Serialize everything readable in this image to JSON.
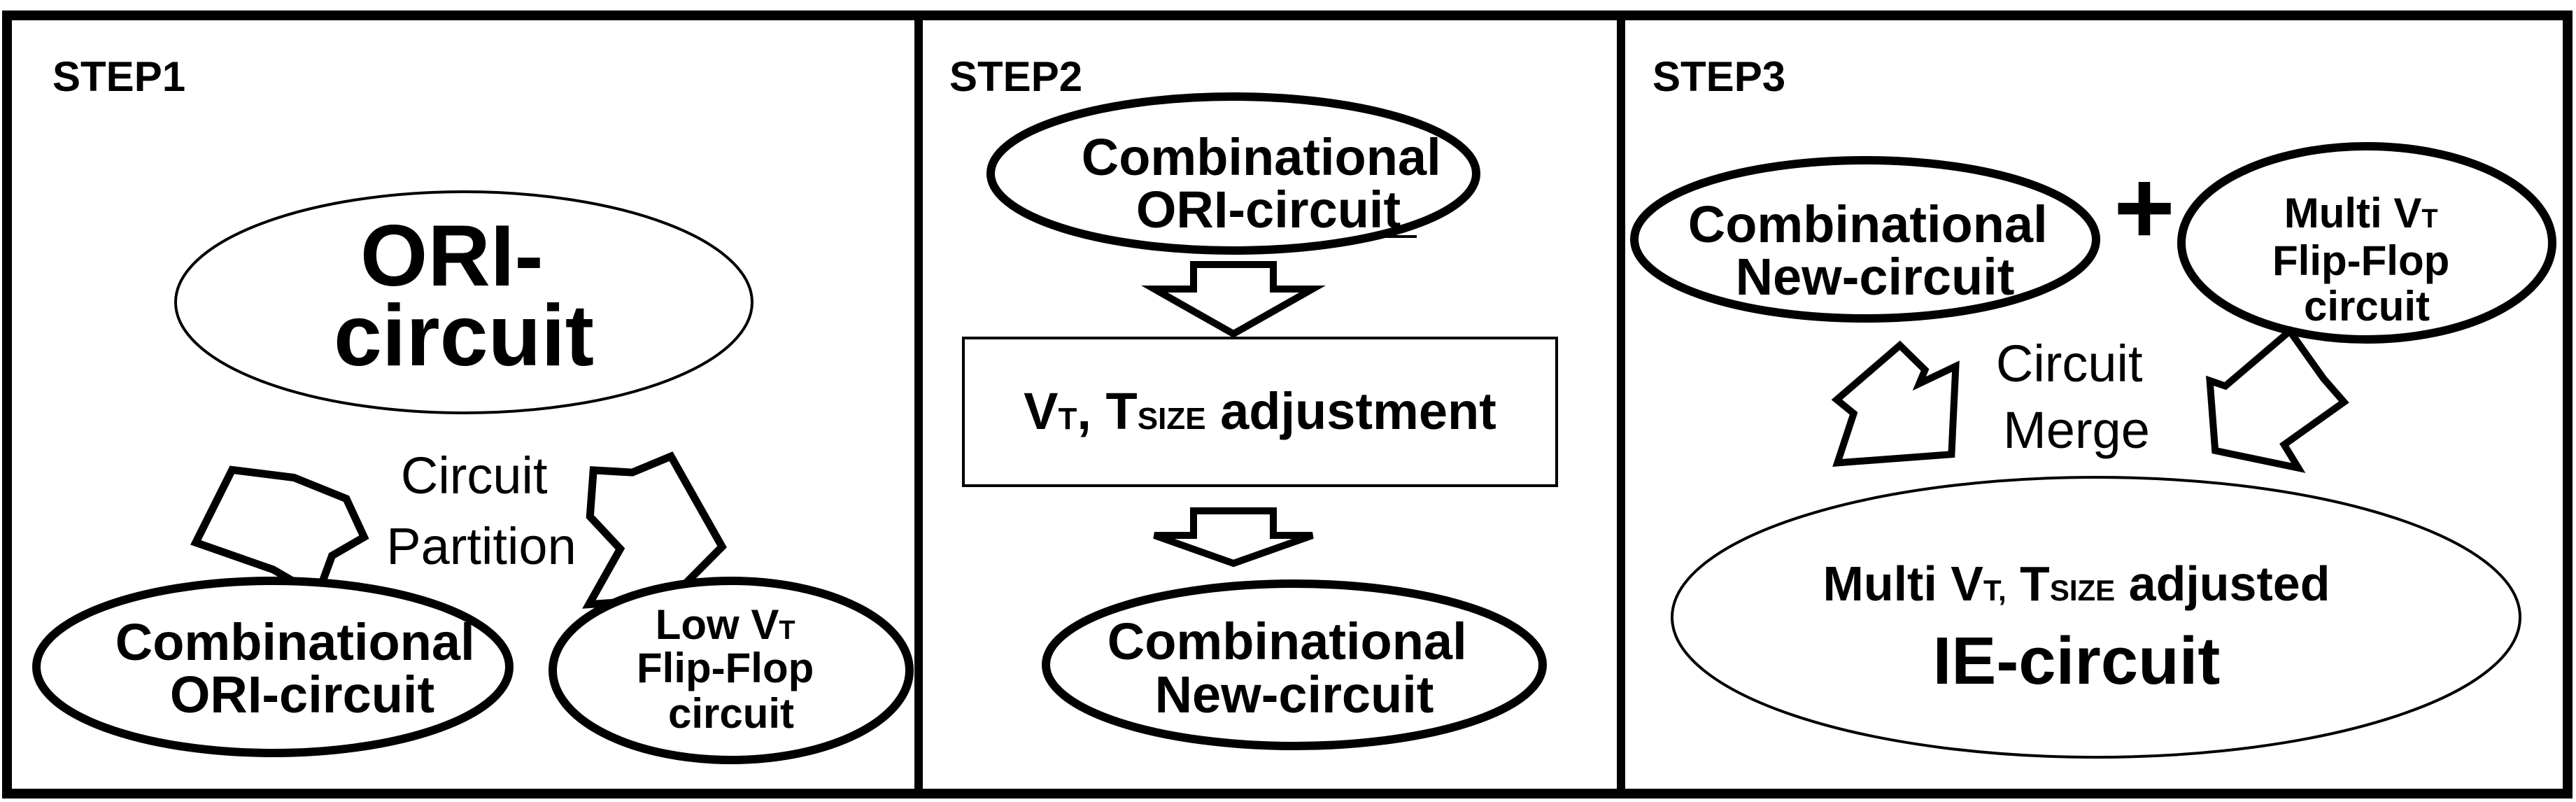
{
  "colors": {
    "stroke": "#000000",
    "fill": "#ffffff",
    "text": "#000000"
  },
  "step1": {
    "title": "STEP1",
    "ori_circuit": [
      "ORI-",
      "circuit"
    ],
    "partition_label": [
      "Circuit",
      "Partition"
    ],
    "combinational_ori": [
      "Combinational",
      "ORI-circuit"
    ],
    "lowvt_ff": {
      "line1_prefix": "Low V",
      "line1_sub": "T",
      "line2": "Flip-Flop",
      "line3": "circuit"
    }
  },
  "step2": {
    "title": "STEP2",
    "combinational_ori": [
      "Combinational",
      "ORI-circuit"
    ],
    "adjustment": {
      "v": "V",
      "v_sub": "T",
      "sep": ", T",
      "t_sub": "SIZE",
      "rest": " adjustment"
    },
    "combinational_new": [
      "Combinational",
      "New-circuit"
    ]
  },
  "step3": {
    "title": "STEP3",
    "combinational_new": [
      "Combinational",
      "New-circuit"
    ],
    "plus": "+",
    "multivt_ff": {
      "line1_prefix": "Multi V",
      "line1_sub": "T",
      "line2": "Flip-Flop",
      "line3": "circuit"
    },
    "merge_label": [
      "Circuit",
      "Merge"
    ],
    "ie_circuit": {
      "line1_prefix": "Multi V",
      "line1_sub": "T,",
      "line1_mid": " T",
      "line1_sub2": "SIZE",
      "line1_rest": " adjusted",
      "line2": "IE-circuit"
    }
  }
}
